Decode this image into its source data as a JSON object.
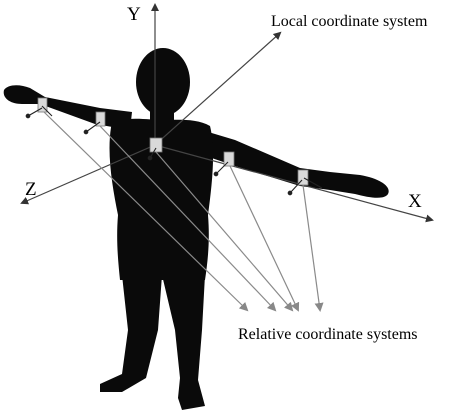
{
  "labels": {
    "y_axis": "Y",
    "x_axis": "X",
    "z_axis": "Z",
    "local": "Local coordinate system",
    "relative": "Relative coordinate systems"
  },
  "colors": {
    "silhouette": "#0a0a0a",
    "axis_line": "#444444",
    "pointer_line": "#8a8a8a",
    "sensor": "#d9d9d9"
  }
}
